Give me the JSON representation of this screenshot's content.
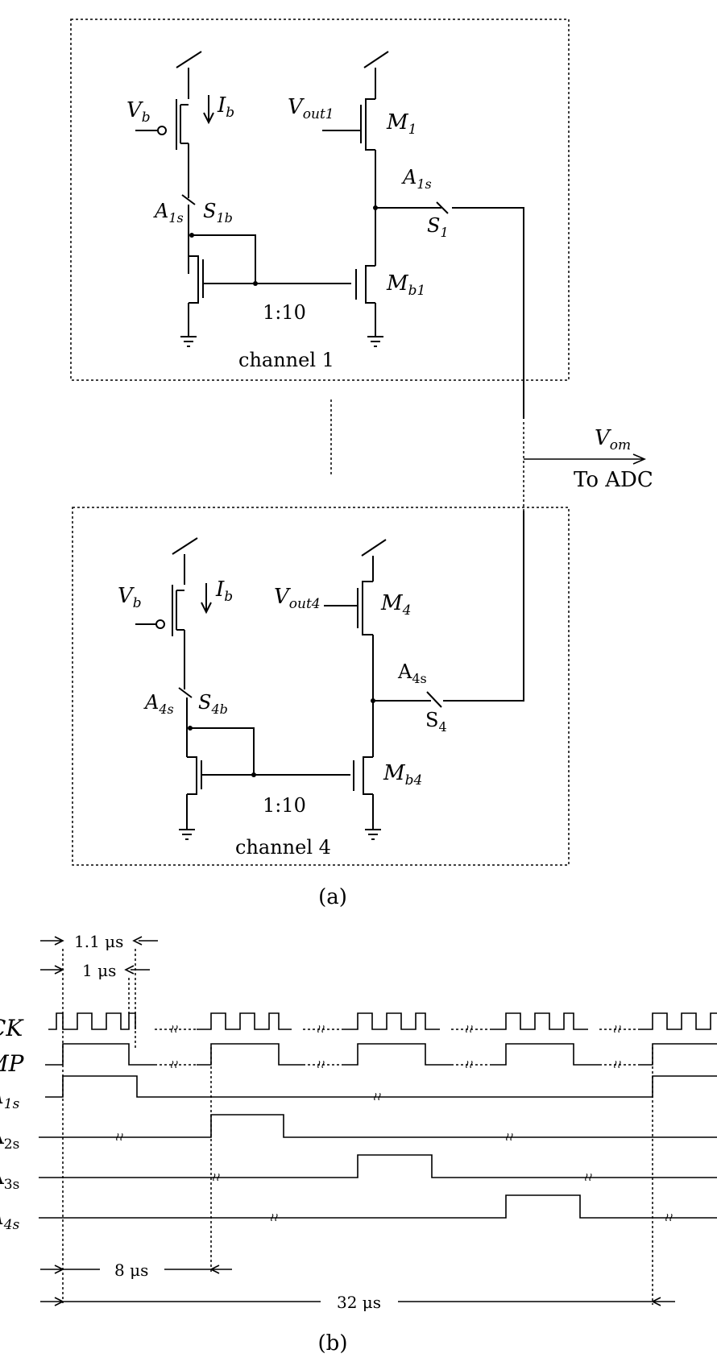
{
  "panel_a": {
    "caption": "(a)",
    "output_label": "V",
    "output_sub": "om",
    "output_dest": "To ADC",
    "channels": [
      {
        "name": "channel 1",
        "bias_v": "V",
        "bias_v_sub": "b",
        "bias_i": "I",
        "bias_i_sub": "b",
        "vin": "V",
        "vin_sub": "out1",
        "m_top": "M",
        "m_top_sub": "1",
        "m_bias": "M",
        "m_bias_sub": "b1",
        "sw_ctrl_left": "A",
        "sw_ctrl_left_sub": "1s",
        "sw_left": "S",
        "sw_left_sub": "1b",
        "sw_ctrl_right": "A",
        "sw_ctrl_right_sub": "1s",
        "sw_right": "S",
        "sw_right_sub": "1",
        "ratio": "1:10"
      },
      {
        "name": "channel 4",
        "bias_v": "V",
        "bias_v_sub": "b",
        "bias_i": "I",
        "bias_i_sub": "b",
        "vin": "V",
        "vin_sub": "out4",
        "m_top": "M",
        "m_top_sub": "4",
        "m_bias": "M",
        "m_bias_sub": "b4",
        "sw_ctrl_left": "A",
        "sw_ctrl_left_sub": "4s",
        "sw_left": "S",
        "sw_left_sub": "4b",
        "sw_ctrl_right": "A",
        "sw_ctrl_right_sub": "4s",
        "sw_right": "S",
        "sw_right_sub": "4",
        "ratio": "1:10"
      }
    ]
  },
  "panel_b": {
    "caption": "(b)",
    "signals": [
      {
        "name": "CK",
        "sub": ""
      },
      {
        "name": "MP",
        "sub": ""
      },
      {
        "name": "A",
        "sub": "1s"
      },
      {
        "name": "A",
        "sub": "2s"
      },
      {
        "name": "A",
        "sub": "3s"
      },
      {
        "name": "A",
        "sub": "4s"
      }
    ],
    "dim_1_1us": "1.1 μs",
    "dim_1us": "1 μs",
    "dim_8us": "8 μs",
    "dim_32us": "32 μs"
  }
}
